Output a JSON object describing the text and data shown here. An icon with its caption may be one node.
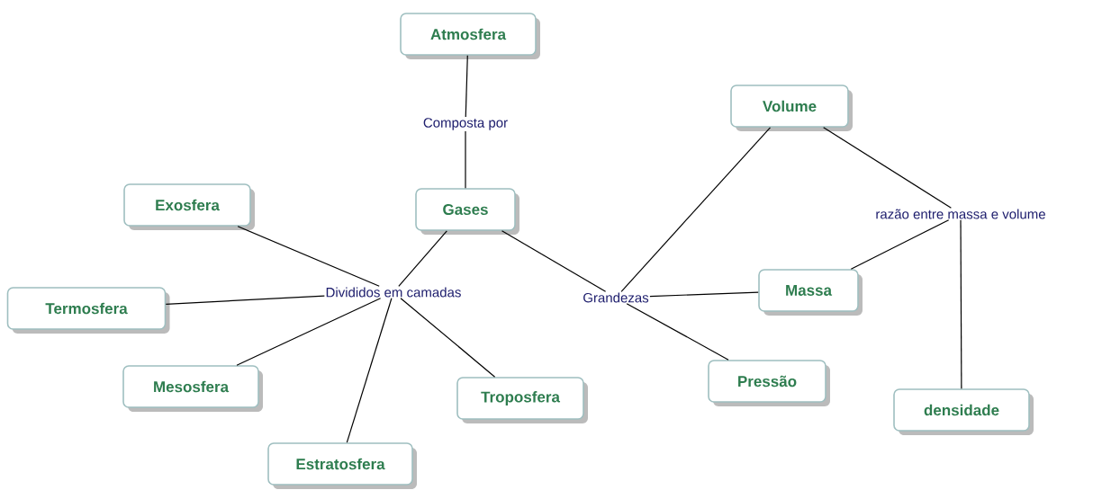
{
  "diagram": {
    "nodes": [
      {
        "text": [
          "Atmosfera"
        ]
      },
      {
        "text": [
          "Composta por"
        ]
      },
      {
        "text": [
          "Volume"
        ]
      },
      {
        "text": [
          "Exosfera"
        ]
      },
      {
        "text": [
          "Gases"
        ]
      },
      {
        "text": [
          "razão entre massa e volume"
        ]
      },
      {
        "text": [
          "Termosfera"
        ]
      },
      {
        "text": [
          "Divididos em camadas"
        ]
      },
      {
        "text": [
          "Grandezas"
        ]
      },
      {
        "text": [
          "Massa"
        ]
      },
      {
        "text": [
          "Mesosfera"
        ]
      },
      {
        "text": [
          "Troposfera"
        ]
      },
      {
        "text": [
          "Pressão"
        ]
      },
      {
        "text": [
          "densidade"
        ]
      },
      {
        "text": [
          "Estratosfera"
        ]
      }
    ],
    "edges": [
      {
        "from": 0,
        "to": 1,
        "arrow": "none"
      },
      {
        "from": 1,
        "to": 4,
        "arrow": "none"
      },
      {
        "from": 4,
        "to": 7,
        "arrow": "none"
      },
      {
        "from": 7,
        "to": 3,
        "arrow": "none"
      },
      {
        "from": 7,
        "to": 6,
        "arrow": "none"
      },
      {
        "from": 7,
        "to": 10,
        "arrow": "none"
      },
      {
        "from": 7,
        "to": 14,
        "arrow": "none"
      },
      {
        "from": 7,
        "to": 11,
        "arrow": "none"
      },
      {
        "from": 4,
        "to": 8,
        "arrow": "none"
      },
      {
        "from": 8,
        "to": 2,
        "arrow": "none"
      },
      {
        "from": 8,
        "to": 9,
        "arrow": "none"
      },
      {
        "from": 8,
        "to": 12,
        "arrow": "none"
      },
      {
        "from": 2,
        "to": 5,
        "arrow": "none"
      },
      {
        "from": 9,
        "to": 5,
        "arrow": "none"
      },
      {
        "from": 5,
        "to": 13,
        "arrow": "none"
      }
    ]
  }
}
